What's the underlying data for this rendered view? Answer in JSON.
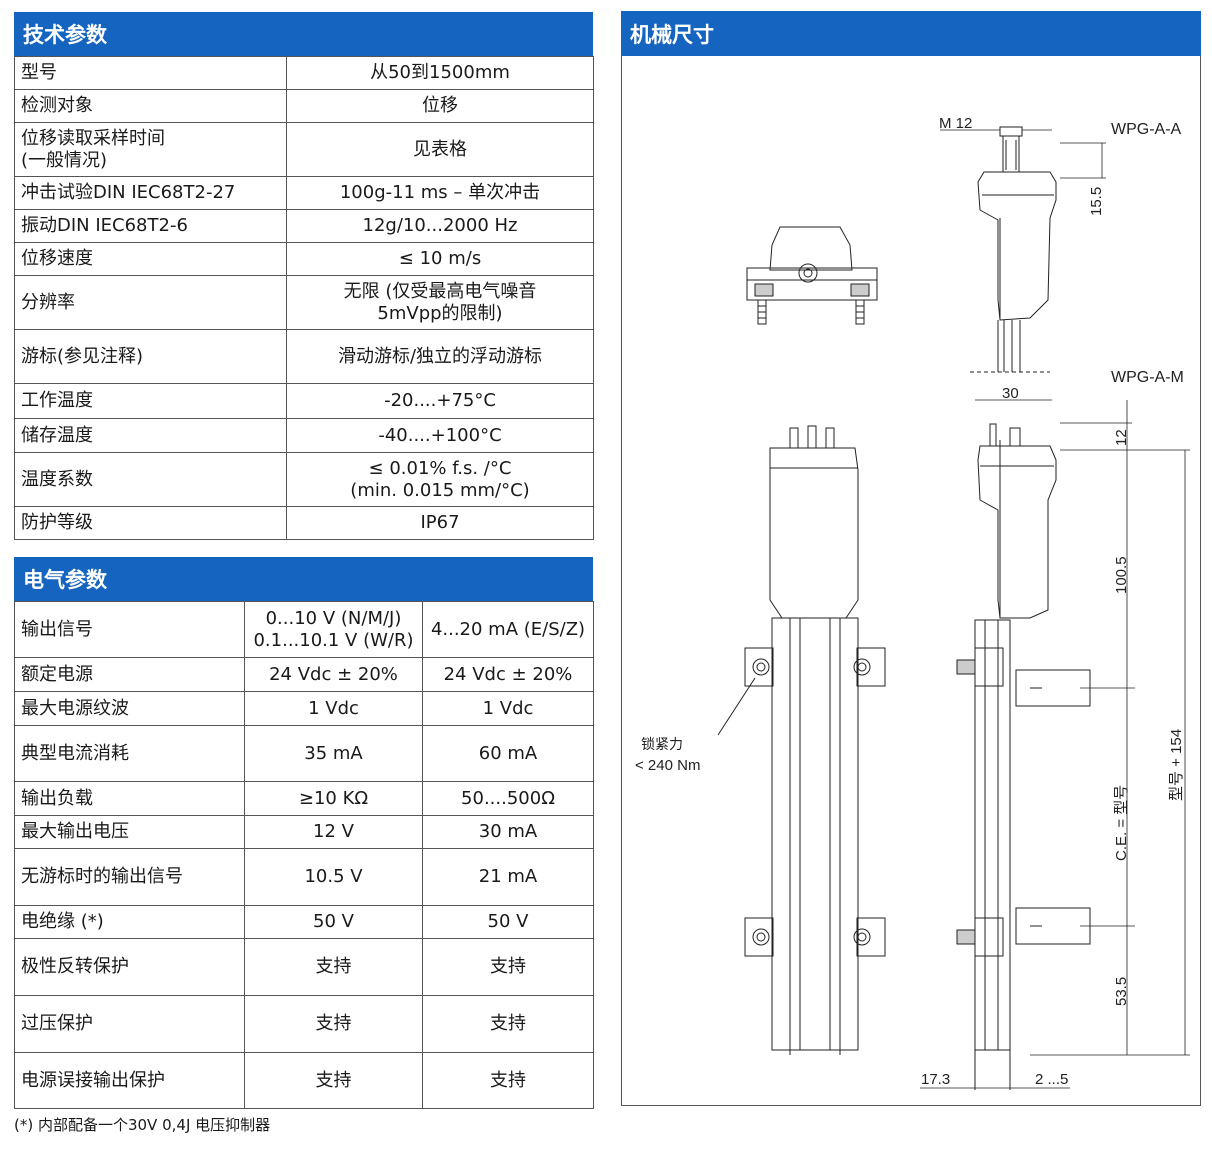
{
  "tech": {
    "title": "技术参数",
    "rows": [
      [
        "型号",
        "从50到1500mm"
      ],
      [
        "检测对象",
        "位移"
      ],
      [
        "位移读取采样时间\n(一般情况)",
        "见表格"
      ],
      [
        "冲击试验DIN IEC68T2-27",
        "100g-11 ms – 单次冲击"
      ],
      [
        "振动DIN IEC68T2-6",
        "12g/10...2000 Hz"
      ],
      [
        "位移速度",
        "≤ 10 m/s"
      ],
      [
        "分辨率",
        "无限 (仅受最高电气噪音\n5mVpp的限制)"
      ],
      [
        "游标(参见注释)",
        "滑动游标/独立的浮动游标"
      ],
      [
        "工作温度",
        "-20....+75°C"
      ],
      [
        "储存温度",
        "-40....+100°C"
      ],
      [
        "温度系数",
        "≤ 0.01% f.s. /°C\n(min. 0.015 mm/°C)"
      ],
      [
        "防护等级",
        "IP67"
      ]
    ]
  },
  "elec": {
    "title": "电气参数",
    "rows": [
      [
        "输出信号",
        "0...10 V (N/M/J)\n0.1...10.1 V (W/R)",
        "4...20 mA (E/S/Z)"
      ],
      [
        "额定电源",
        "24 Vdc ± 20%",
        "24 Vdc ± 20%"
      ],
      [
        "最大电源纹波",
        "1 Vdc",
        "1 Vdc"
      ],
      [
        "典型电流消耗",
        "35 mA",
        "60 mA"
      ],
      [
        "输出负载",
        "≥10 KΩ",
        "50....500Ω"
      ],
      [
        "最大输出电压",
        "12 V",
        "30 mA"
      ],
      [
        "无游标时的输出信号",
        "10.5 V",
        "21 mA"
      ],
      [
        "电绝缘 (*)",
        "50 V",
        "50 V"
      ],
      [
        "极性反转保护",
        "支持",
        "支持"
      ],
      [
        "过压保护",
        "支持",
        "支持"
      ],
      [
        "电源误接输出保护",
        "支持",
        "支持"
      ]
    ]
  },
  "footnote": "(*) 内部配备一个30V 0,4J 电压抑制器",
  "mech": {
    "title": "机械尺寸",
    "labels": {
      "m12": "M 12",
      "model_a": "WPG-A-A",
      "model_m": "WPG-A-M",
      "dim_15_5": "15.5",
      "dim_30": "30",
      "dim_12": "12",
      "dim_100_5": "100.5",
      "dim_ce": "C.E. = 型号",
      "dim_total": "型号 + 154",
      "dim_53_5": "53.5",
      "dim_17_3": "17.3",
      "dim_2_5": "2 ...5",
      "lock_force_1": "锁紧力",
      "lock_force_2": "< 240 Nm"
    }
  }
}
